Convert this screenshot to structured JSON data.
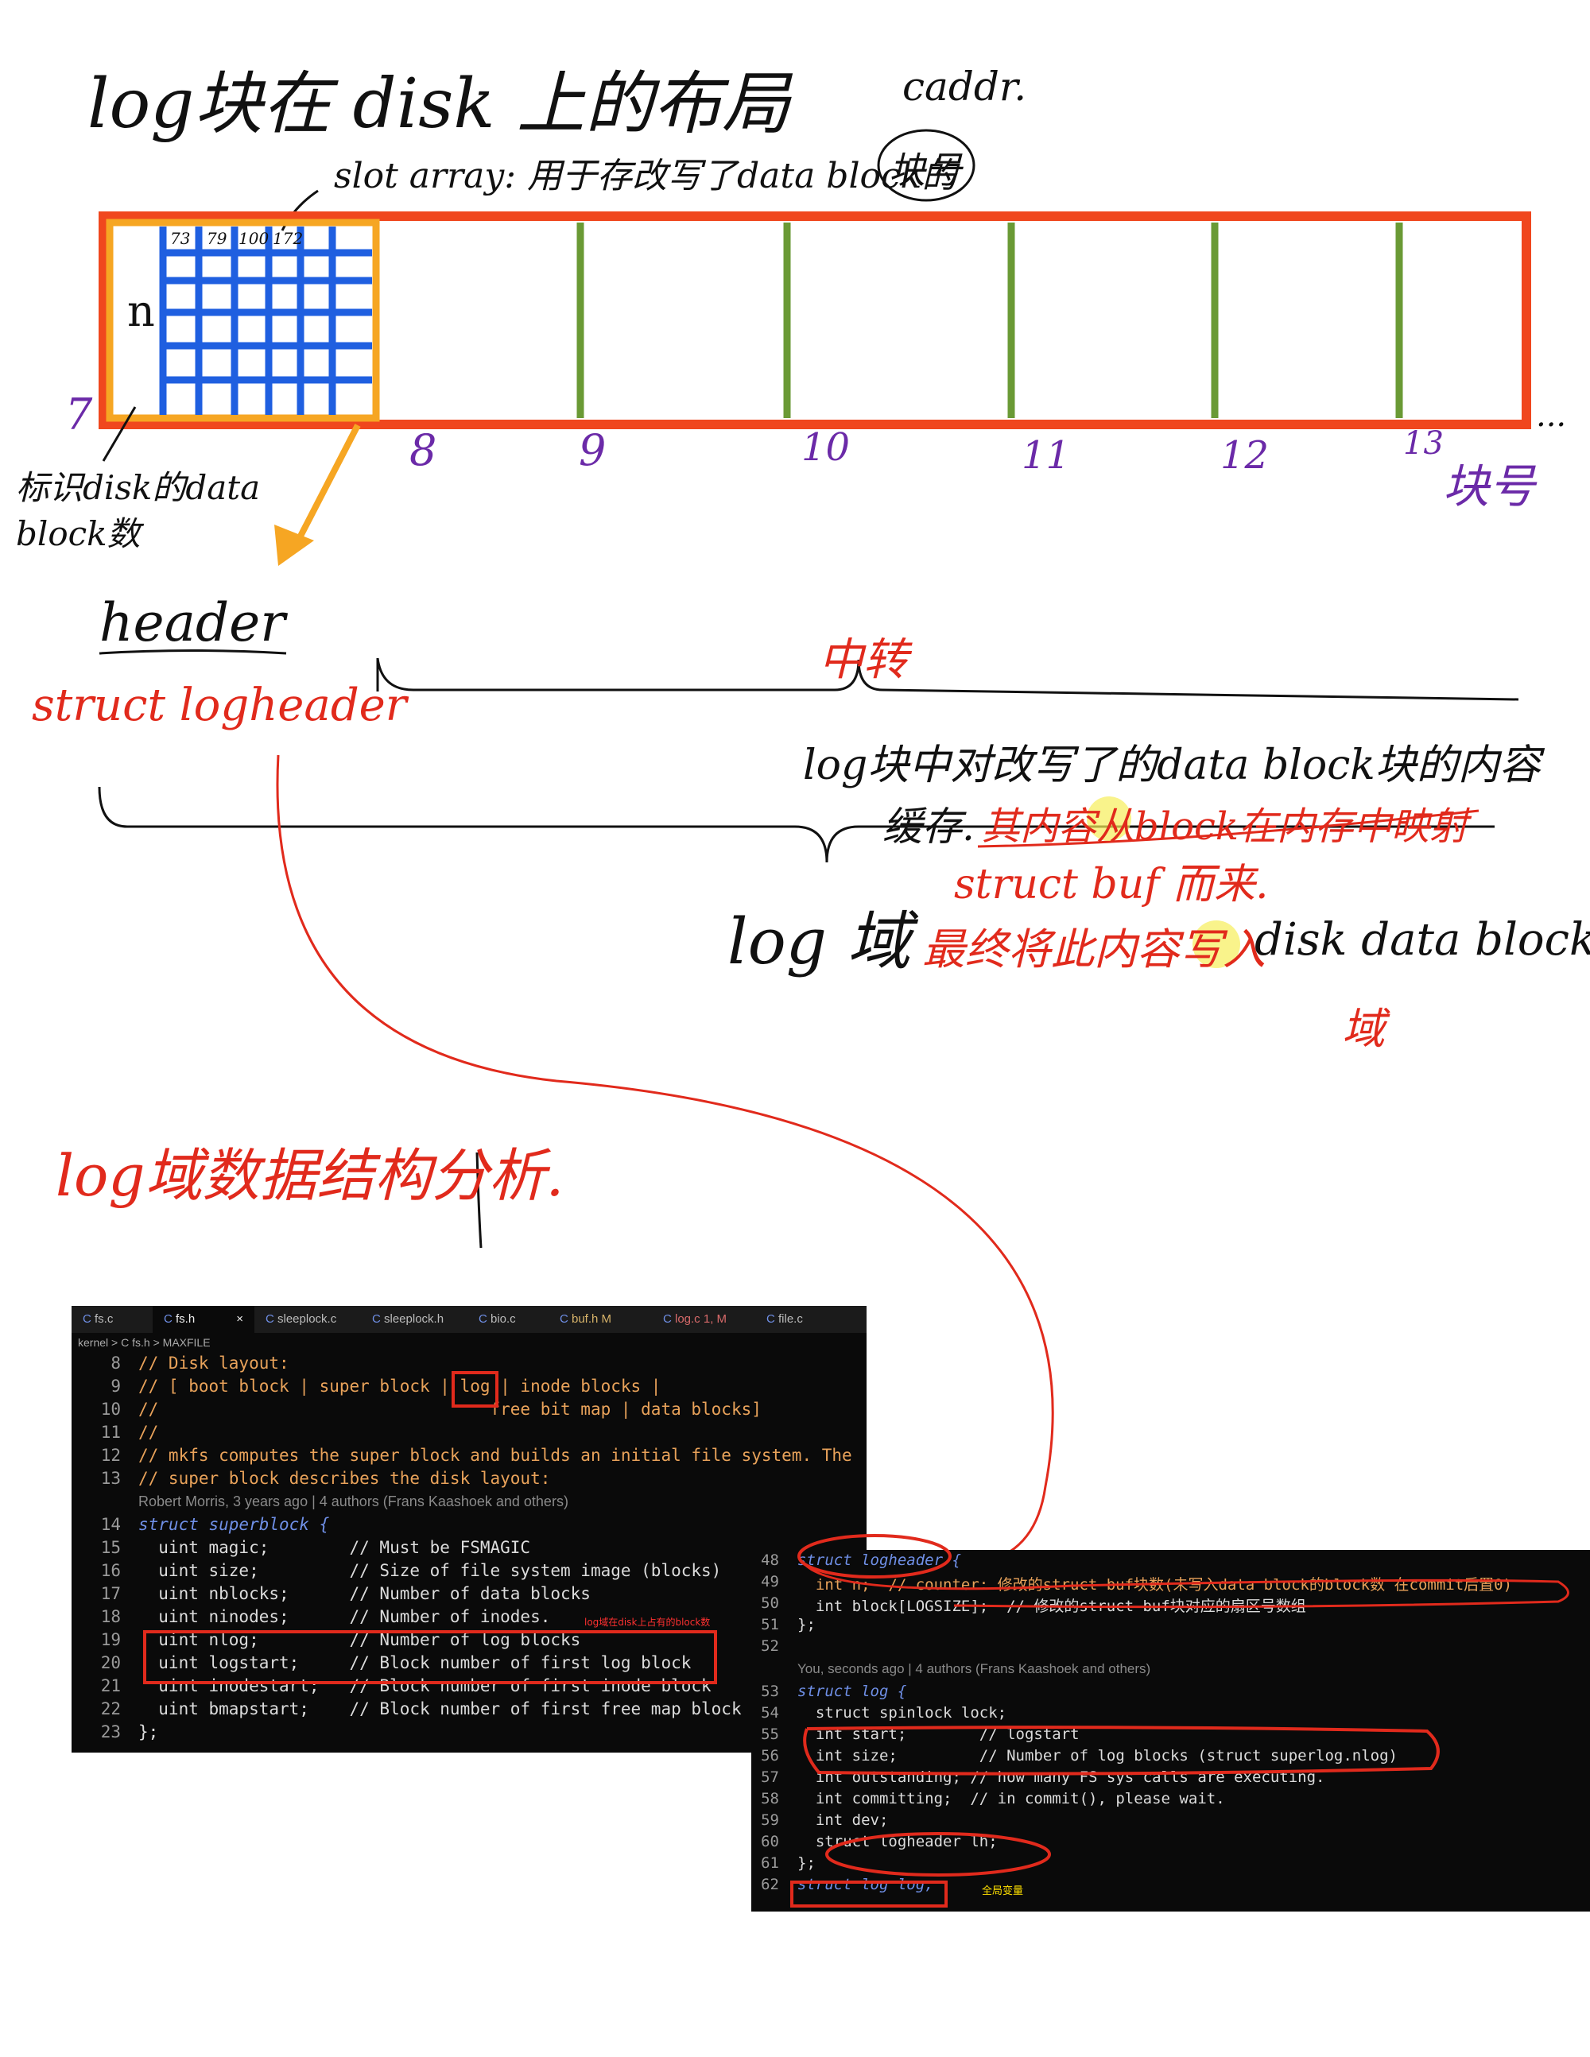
{
  "handwriting": {
    "title": "log块在 disk 上的布局",
    "caddr": "caddr.",
    "slot_array": "slot array: 用于存改写了data block的",
    "block_no_circled": "块号",
    "n_label": "n",
    "slot_numbers": [
      "73",
      "79",
      "100",
      "172"
    ],
    "block_numbers": [
      "7",
      "8",
      "9",
      "10",
      "11",
      "12",
      "13"
    ],
    "block_no_label": "块号",
    "ellipsis": "...",
    "left_note": "标识disk的data block数",
    "header": "header",
    "struct_logheader": "struct logheader",
    "middle_label": "中转",
    "middle_desc_1": "log块中对改写了的data block块的内容",
    "middle_desc_2": "缓存.",
    "middle_desc_red": "其内容从block在内存中映射",
    "struct_buf": "struct buf 而来.",
    "log_region": "log 域",
    "final_write": "最终将此内容写入",
    "disk_data_block": "disk data block",
    "region_char": "域",
    "analysis_title": "log域数据结构分析."
  },
  "editor_left": {
    "tabs": [
      "fs.c",
      "fs.h",
      "sleeplock.c",
      "sleeplock.h",
      "bio.c",
      "buf.h",
      "log.c",
      "file.c"
    ],
    "active_tab": "fs.h",
    "tab_badges": {
      "buf_h": "M",
      "log_c": "1, M"
    },
    "breadcrumb": [
      "kernel",
      ">",
      "C fs.h",
      ">",
      "MAXFILE"
    ],
    "lines": [
      {
        "n": "8",
        "t": "// Disk layout:"
      },
      {
        "n": "9",
        "t": "// [ boot block | super block | log | inode blocks |"
      },
      {
        "n": "10",
        "t": "//                                 free bit map | data blocks]"
      },
      {
        "n": "11",
        "t": "//"
      },
      {
        "n": "12",
        "t": "// mkfs computes the super block and builds an initial file system. The"
      },
      {
        "n": "13",
        "t": "// super block describes the disk layout:"
      },
      {
        "n": "",
        "t": "Robert Morris, 3 years ago | 4 authors (Frans Kaashoek and others)"
      },
      {
        "n": "14",
        "t": "struct superblock {"
      },
      {
        "n": "15",
        "t": "  uint magic;        // Must be FSMAGIC"
      },
      {
        "n": "16",
        "t": "  uint size;         // Size of file system image (blocks)"
      },
      {
        "n": "17",
        "t": "  uint nblocks;      // Number of data blocks"
      },
      {
        "n": "18",
        "t": "  uint ninodes;      // Number of inodes."
      },
      {
        "n": "19",
        "t": "  uint nlog;         // Number of log blocks"
      },
      {
        "n": "20",
        "t": "  uint logstart;     // Block number of first log block"
      },
      {
        "n": "21",
        "t": "  uint inodestart;   // Block number of first inode block"
      },
      {
        "n": "22",
        "t": "  uint bmapstart;    // Block number of first free map block"
      },
      {
        "n": "23",
        "t": "};"
      }
    ],
    "note": "log域在disk上占有的block数"
  },
  "editor_right": {
    "lines": [
      {
        "n": "48",
        "t": "struct logheader {"
      },
      {
        "n": "49",
        "t": "  int n;  // counter: 修改的struct buf块数(未写入data block的block数 在commit后置0)"
      },
      {
        "n": "50",
        "t": "  int block[LOGSIZE];  // 修改的struct buf块对应的扇区号数组"
      },
      {
        "n": "51",
        "t": "};"
      },
      {
        "n": "52",
        "t": ""
      },
      {
        "n": "",
        "t": "You, seconds ago | 4 authors (Frans Kaashoek and others)"
      },
      {
        "n": "53",
        "t": "struct log {"
      },
      {
        "n": "54",
        "t": "  struct spinlock lock;"
      },
      {
        "n": "55",
        "t": "  int start;        // logstart"
      },
      {
        "n": "56",
        "t": "  int size;         // Number of log blocks (struct superlog.nlog)"
      },
      {
        "n": "57",
        "t": "  int outstanding; // how many FS sys calls are executing."
      },
      {
        "n": "58",
        "t": "  int committing;  // in commit(), please wait."
      },
      {
        "n": "59",
        "t": "  int dev;"
      },
      {
        "n": "60",
        "t": "  struct logheader lh;"
      },
      {
        "n": "61",
        "t": "};"
      },
      {
        "n": "62",
        "t": "struct log log;"
      }
    ],
    "note": "全局变量"
  },
  "colors": {
    "red_ink": "#e12a1c",
    "orange_box": "#f6a623",
    "blue_grid": "#1f5fe0",
    "green_divider": "#6a9a35",
    "purple_ink": "#6b2aa8"
  }
}
